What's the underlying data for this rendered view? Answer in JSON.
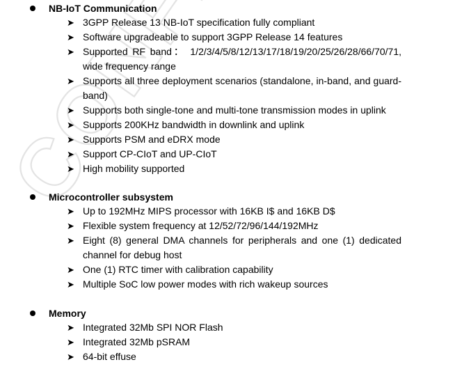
{
  "watermark": {
    "text": "CONFIDENTIAL",
    "color": "#e3e3e3"
  },
  "bullet_icon": "filled-circle-icon",
  "item_icon": "arrow-bullet-icon",
  "sections": [
    {
      "title": "NB-IoT Communication",
      "items": [
        "3GPP Release 13 NB-IoT specification fully compliant",
        "Software upgradeable to support 3GPP Release 14 features",
        "Supported RF band： 1/2/3/4/5/8/12/13/17/18/19/20/25/26/28/66/70/71, wide frequency range",
        "Supports all three deployment scenarios (standalone, in-band, and guard-band)",
        "Supports both single-tone and multi-tone transmission modes in uplink",
        "Supports 200KHz bandwidth in downlink and uplink",
        "Supports PSM and eDRX mode",
        "Support CP-CIoT and UP-CIoT",
        "High mobility supported"
      ]
    },
    {
      "title": "Microcontroller subsystem",
      "items": [
        "Up to 192MHz MIPS processor with 16KB I$ and 16KB D$",
        "Flexible system frequency at 12/52/72/96/144/192MHz",
        "Eight (8) general DMA channels for peripherals and one (1) dedicated channel for debug host",
        "One (1) RTC timer with calibration capability",
        "Multiple SoC low power modes with rich wakeup sources"
      ]
    },
    {
      "title": "Memory",
      "items": [
        "Integrated 32Mb SPI NOR Flash",
        "Integrated 32Mb pSRAM",
        "64-bit effuse"
      ]
    }
  ]
}
